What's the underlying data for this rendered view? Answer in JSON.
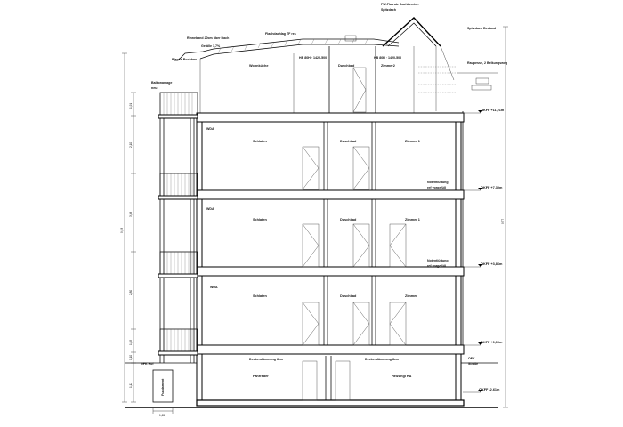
{
  "roof": {
    "label_top_1": "FW-Flutrate Dachbereich",
    "label_top_2": "Spitzdach",
    "label_right_1": "Spitzdach Bestand",
    "label_right_2": "Raupesse, 2 Belkungsweg",
    "label_gutter": "Rinneband 20cm über Dach",
    "label_slope": "Gefälle 1,7%",
    "label_ridge": "Flachdachlag TF res",
    "label_edge": "Blanke Rochbau",
    "label_window_1": "HB 80H · 1420-500",
    "label_window_2": "HB 80H · 1420-500"
  },
  "left": {
    "balcony_label_1": "Balkonanlage",
    "balcony_label_2": "neu",
    "wda_label": "WDA",
    "ofk_label": "OFK Hof",
    "basement_label": "Fundament"
  },
  "floors": [
    {
      "left": "Wohnküche",
      "middle": "Duschbad",
      "right": "Zimmer2"
    },
    {
      "left": "Schlafen",
      "middle": "Duschbad",
      "right": "Zimmer 1"
    },
    {
      "left": "Schlafen",
      "middle": "Duschbad",
      "right": "Zimmer 1"
    },
    {
      "left": "Schlafen",
      "middle": "Duschbad",
      "right": "Zimmer"
    },
    {
      "left": "Fahrräder",
      "middle": "",
      "right": "Heizungl HA"
    }
  ],
  "basement_ceiling": {
    "left": "Deckendämmung 8cm",
    "right": "Deckendämmung 8cm"
  },
  "notes": {
    "ventilation_1": "Notentlüftung",
    "ventilation_2": "ref vorgefüll"
  },
  "levels": [
    {
      "label": "OKFF +11,21m"
    },
    {
      "label": "OKFF +7,30m"
    },
    {
      "label": "OKFF +3,86m"
    },
    {
      "label": "OKFF +0,00m"
    },
    {
      "label": "OKFF -2,61m"
    }
  ],
  "ofk_right": {
    "line1": "OFK",
    "line2": "Straße"
  },
  "dims_left": [
    "1,91",
    "2,10",
    "3,38",
    "2,80",
    "1,85",
    "0,10",
    "1,12"
  ],
  "dim_total_left": "9,93",
  "dim_total_right": "9,77",
  "dim_bottom": "1,65"
}
